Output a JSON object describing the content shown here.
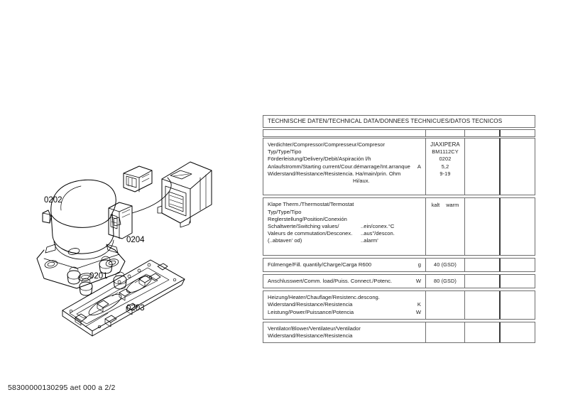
{
  "document": {
    "footer_id": "58300000130295 aet 000 a 2/2"
  },
  "drawing": {
    "labels": {
      "part_0201": "0201",
      "part_0202": "0202",
      "part_0203": "0203",
      "part_0204": "0204"
    }
  },
  "spec_table": {
    "title": "TECHNISCHE DATEN/TECHNICAL DATA/DONNEES TECHNICUES/DATOS TECNICOS",
    "compressor": {
      "lines": [
        "Verdichter/Compressor/Compresseur/Compresor",
        "Typ/Type/Tipo",
        "Förderleistung/Delivery/Debit/Aspiración l/h",
        "Anlaufstromm/Starting current/Cour.démarrage/Int.arranque",
        "Widerstand/Resistance/Resistencia. Ha/main/prin. Ohm"
      ],
      "line4_unit": "A",
      "line6_indent": "Hi/aux.",
      "values": [
        "JIAXIPERA",
        "BM1112CY",
        "0202",
        "5,2",
        "9-19"
      ]
    },
    "thermostat": {
      "lines": [
        "Klape Therm./Thermostat/Termostat",
        "Typ/Type/Tipo",
        "Reglerstellung/Position/Conexión",
        "Schaltwerte/Switching values/",
        "Valeurs de commutation/Desconex.",
        "(..abtaven' od)"
      ],
      "switch_col": [
        "..ein/conex.°C",
        "..aus\"/descon.",
        "..alarm'"
      ],
      "value_cold": "kalt",
      "value_warm": "warm"
    },
    "fill_quantity": {
      "label": "Fülmenge/Fill. quantily/Charge/Carga   R600",
      "unit": "g",
      "value": "40  (GSD)"
    },
    "connected_load": {
      "label": "Anschlusswert/Comm. load/Puiss. Connect./Potenc.",
      "unit": "W",
      "value": "80  (GSD)"
    },
    "heater": {
      "lines": [
        "Heizung/Heater/Chauflage/Resistenc.descong.",
        "Widerstand/Resistance/Resistencia",
        "Leistung/Power/Puissance/Potencia"
      ],
      "unit_line2": "K",
      "unit_line3": "W",
      "value": ""
    },
    "blower": {
      "lines": [
        "Ventilator/Blower/Ventilateur/Ventilador",
        "Widerstand/Resistance/Resistencia"
      ],
      "value": ""
    }
  }
}
